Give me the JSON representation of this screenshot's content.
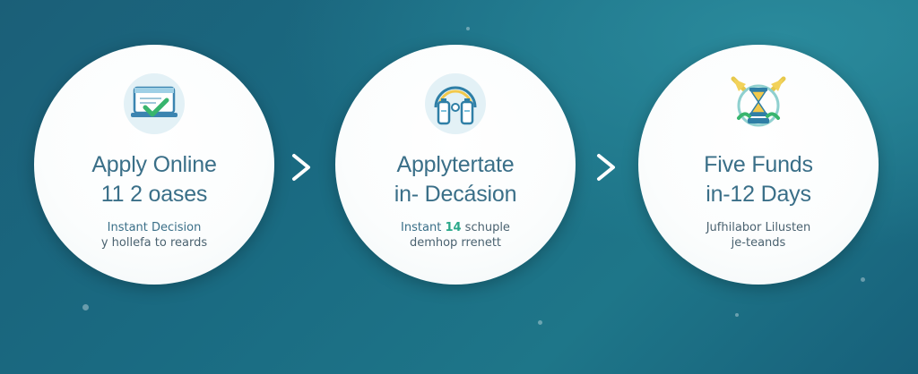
{
  "colors": {
    "background": "#1a6b82",
    "circle": "#ffffff",
    "title_text": "#3a6f88",
    "accent_green": "#2aa88a",
    "arrow": "#ffffff"
  },
  "steps": [
    {
      "icon": "laptop-check-icon",
      "title_line1": "Apply Online",
      "title_line2": "11 2 oases",
      "sub_line1": "Instant Decision",
      "sub_line2": "y hollefa to reards"
    },
    {
      "icon": "bottles-arch-icon",
      "title_line1": "Applytertate",
      "title_line2": "in- Decásion",
      "sub_line1_pre": "Instant",
      "sub_line1_accent": "14",
      "sub_line1_post": "schuple",
      "sub_line2": "demhop rrenett"
    },
    {
      "icon": "funds-hourglass-icon",
      "title_line1": "Five Funds",
      "title_line2": "in-12 Days",
      "sub_line1": "Jufhilabor Lilusten",
      "sub_line2": "je-teands"
    }
  ],
  "arrows": [
    "chevron-right-icon",
    "chevron-right-icon"
  ]
}
